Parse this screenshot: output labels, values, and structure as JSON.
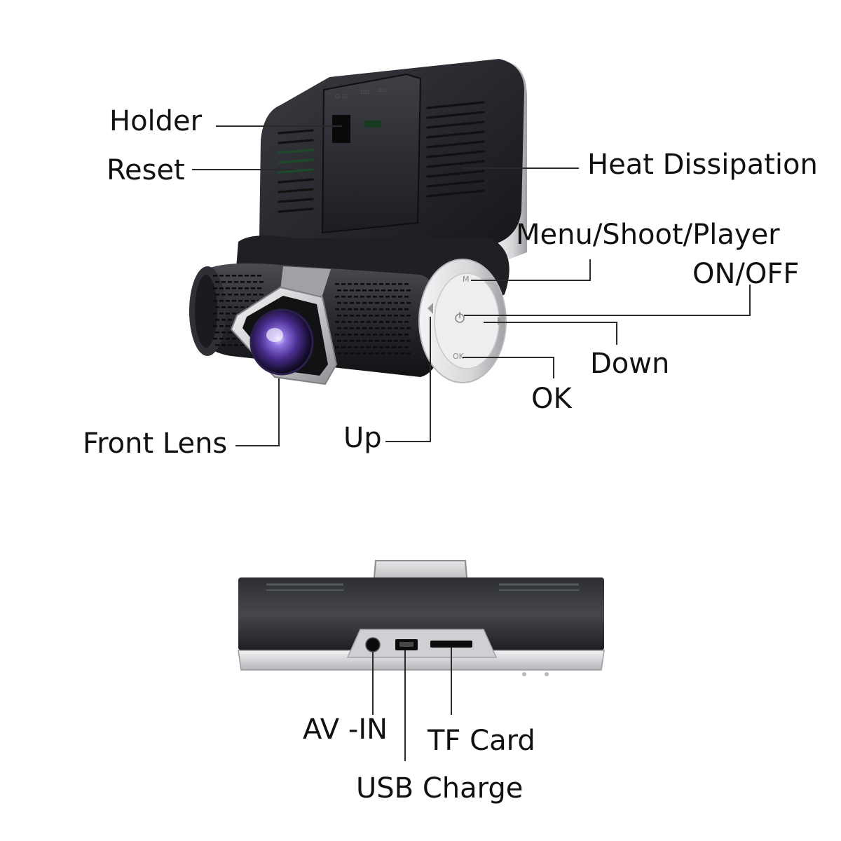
{
  "labels": {
    "holder": "Holder",
    "reset": "Reset",
    "heat_dissipation": "Heat Dissipation",
    "menu_shoot_player": "Menu/Shoot/Player",
    "on_off": "ON/OFF",
    "down": "Down",
    "ok": "OK",
    "up": "Up",
    "front_lens": "Front Lens",
    "av_in": "AV -IN",
    "tf_card": "TF Card",
    "usb_charge": "USB Charge"
  },
  "button_marks": {
    "menu": "M",
    "ok": "OK"
  },
  "colors": {
    "body_dark": "#2a2c31",
    "body_darker": "#15171a",
    "silver": "#d9dadc",
    "lens_purple": "#6a4fb0",
    "leader_line": "#2a2a2a"
  }
}
